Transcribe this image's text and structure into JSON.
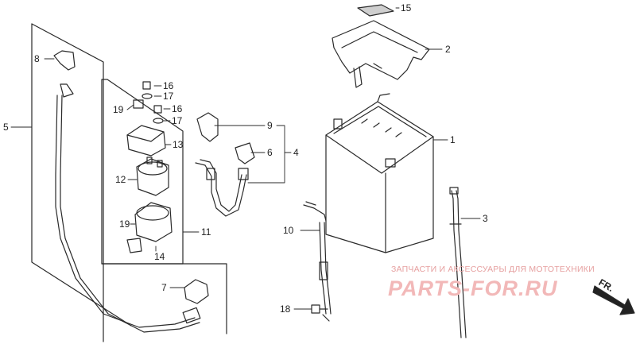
{
  "callouts": {
    "c1": "1",
    "c2": "2",
    "c3": "3",
    "c4": "4",
    "c5": "5",
    "c6": "6",
    "c7": "7",
    "c8": "8",
    "c9": "9",
    "c10": "10",
    "c11": "11",
    "c12": "12",
    "c13": "13",
    "c14": "14",
    "c15": "15",
    "c16a": "16",
    "c16b": "16",
    "c17a": "17",
    "c17b": "17",
    "c18": "18",
    "c19a": "19",
    "c19b": "19"
  },
  "watermark": {
    "caption": "ЗАПЧАСТИ И АКСЕССУАРЫ ДЛЯ МОТОТЕХНИКИ",
    "logo": "PARTS-FOR.RU"
  },
  "direction_label": "FR."
}
